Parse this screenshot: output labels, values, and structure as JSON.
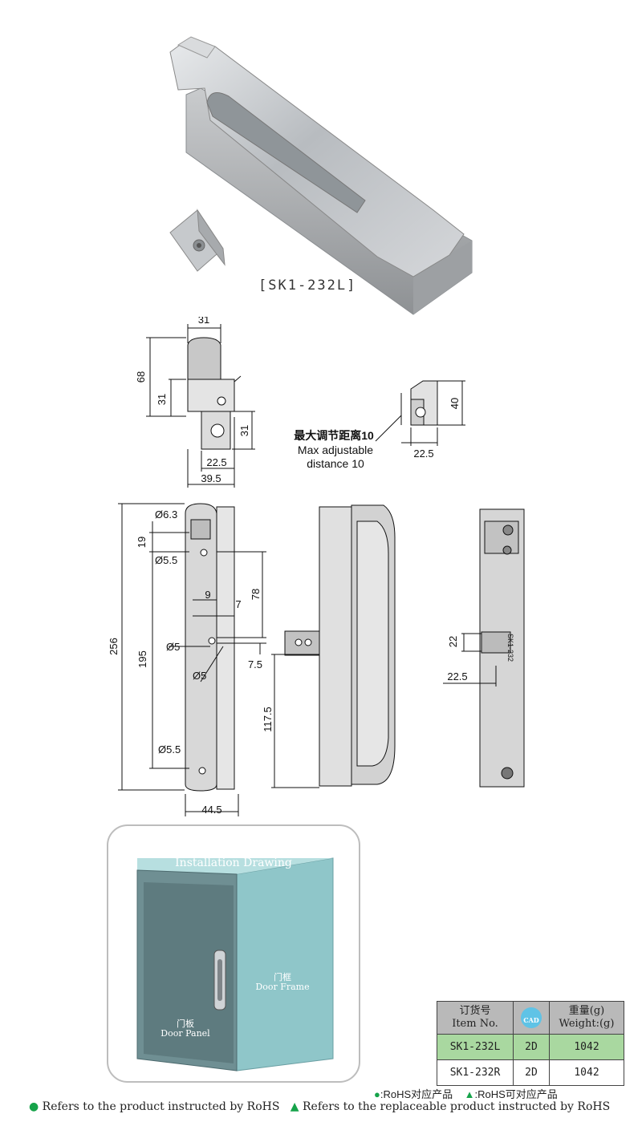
{
  "product": {
    "model_label": "[SK1-232L]"
  },
  "side_view_dims": {
    "width_top": "31",
    "height_total": "68",
    "height_mid": "31",
    "height_low": "31",
    "width_base": "22.5",
    "width_total": "39.5"
  },
  "bracket_dims": {
    "height": "40",
    "width": "22.5"
  },
  "adjust_note": {
    "cn": "最大调节距离10",
    "en_line1": "Max adjustable",
    "en_line2": "distance 10"
  },
  "front_view_dims": {
    "hole_top": "Ø6.3",
    "top_offset": "19",
    "hole_upper": "Ø5.5",
    "total_height": "256",
    "pitch": "195",
    "offset_78": "78",
    "off_9": "9",
    "off_7": "7",
    "hole_mid1": "Ø5",
    "off_7_5": "7.5",
    "hole_mid2": "Ø5",
    "hole_lower": "Ø5.5",
    "width": "44.5"
  },
  "middle_view_dims": {
    "height_117_5": "117.5"
  },
  "back_view_dims": {
    "d22": "22",
    "d22_5": "22.5",
    "embossed_text": "SK1-232"
  },
  "installation": {
    "title_cn": "安装图",
    "title_en": "Installation Drawing",
    "frame_cn": "门框",
    "frame_en": "Door Frame",
    "panel_cn": "门板",
    "panel_en": "Door Panel"
  },
  "items_table": {
    "headers": {
      "item_cn": "订货号",
      "item_en": "Item No.",
      "cad_badge": "CAD",
      "weight_cn": "重量(g)",
      "weight_en": "Weight:(g)"
    },
    "rows": [
      {
        "item": "SK1-232L",
        "cad": "2D",
        "weight": "1042",
        "highlight": true
      },
      {
        "item": "SK1-232R",
        "cad": "2D",
        "weight": "1042",
        "highlight": false
      }
    ]
  },
  "legend": {
    "rohs_cn": ":RoHS对应产品",
    "rohs_replace_cn": ":RoHS可对应产品",
    "rohs_en": "Refers to the product instructed by RoHS",
    "rohs_replace_en": "Refers to the replaceable product instructed by RoHS"
  },
  "colors": {
    "highlight_row": "#a9d8a0",
    "header_bg": "#b9b9b9",
    "rohs_dot": "#16a34a",
    "cad_badge": "#5fc3e6",
    "install_glass": "#8fc6c9"
  }
}
